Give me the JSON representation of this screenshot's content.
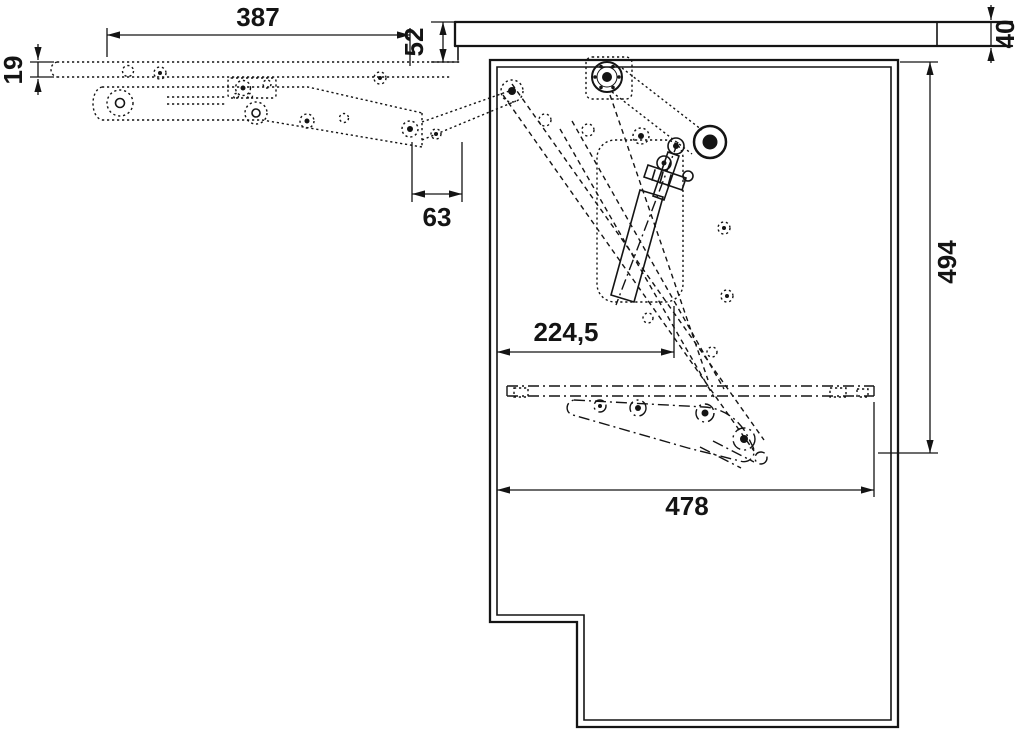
{
  "diagram": {
    "kind": "technical drawing - flap lift mechanism, cabinet side view",
    "background_color": "#ffffff",
    "line_color": "#141414",
    "dimensions": {
      "arm_length_top": "387",
      "top_clearance": "52",
      "top_panel_thickness": "40",
      "flap_edge_offset": "19",
      "front_offset": "63",
      "cabinet_side_height": "494",
      "mechanism_depth": "224,5",
      "cabinet_inner_width": "478"
    }
  }
}
